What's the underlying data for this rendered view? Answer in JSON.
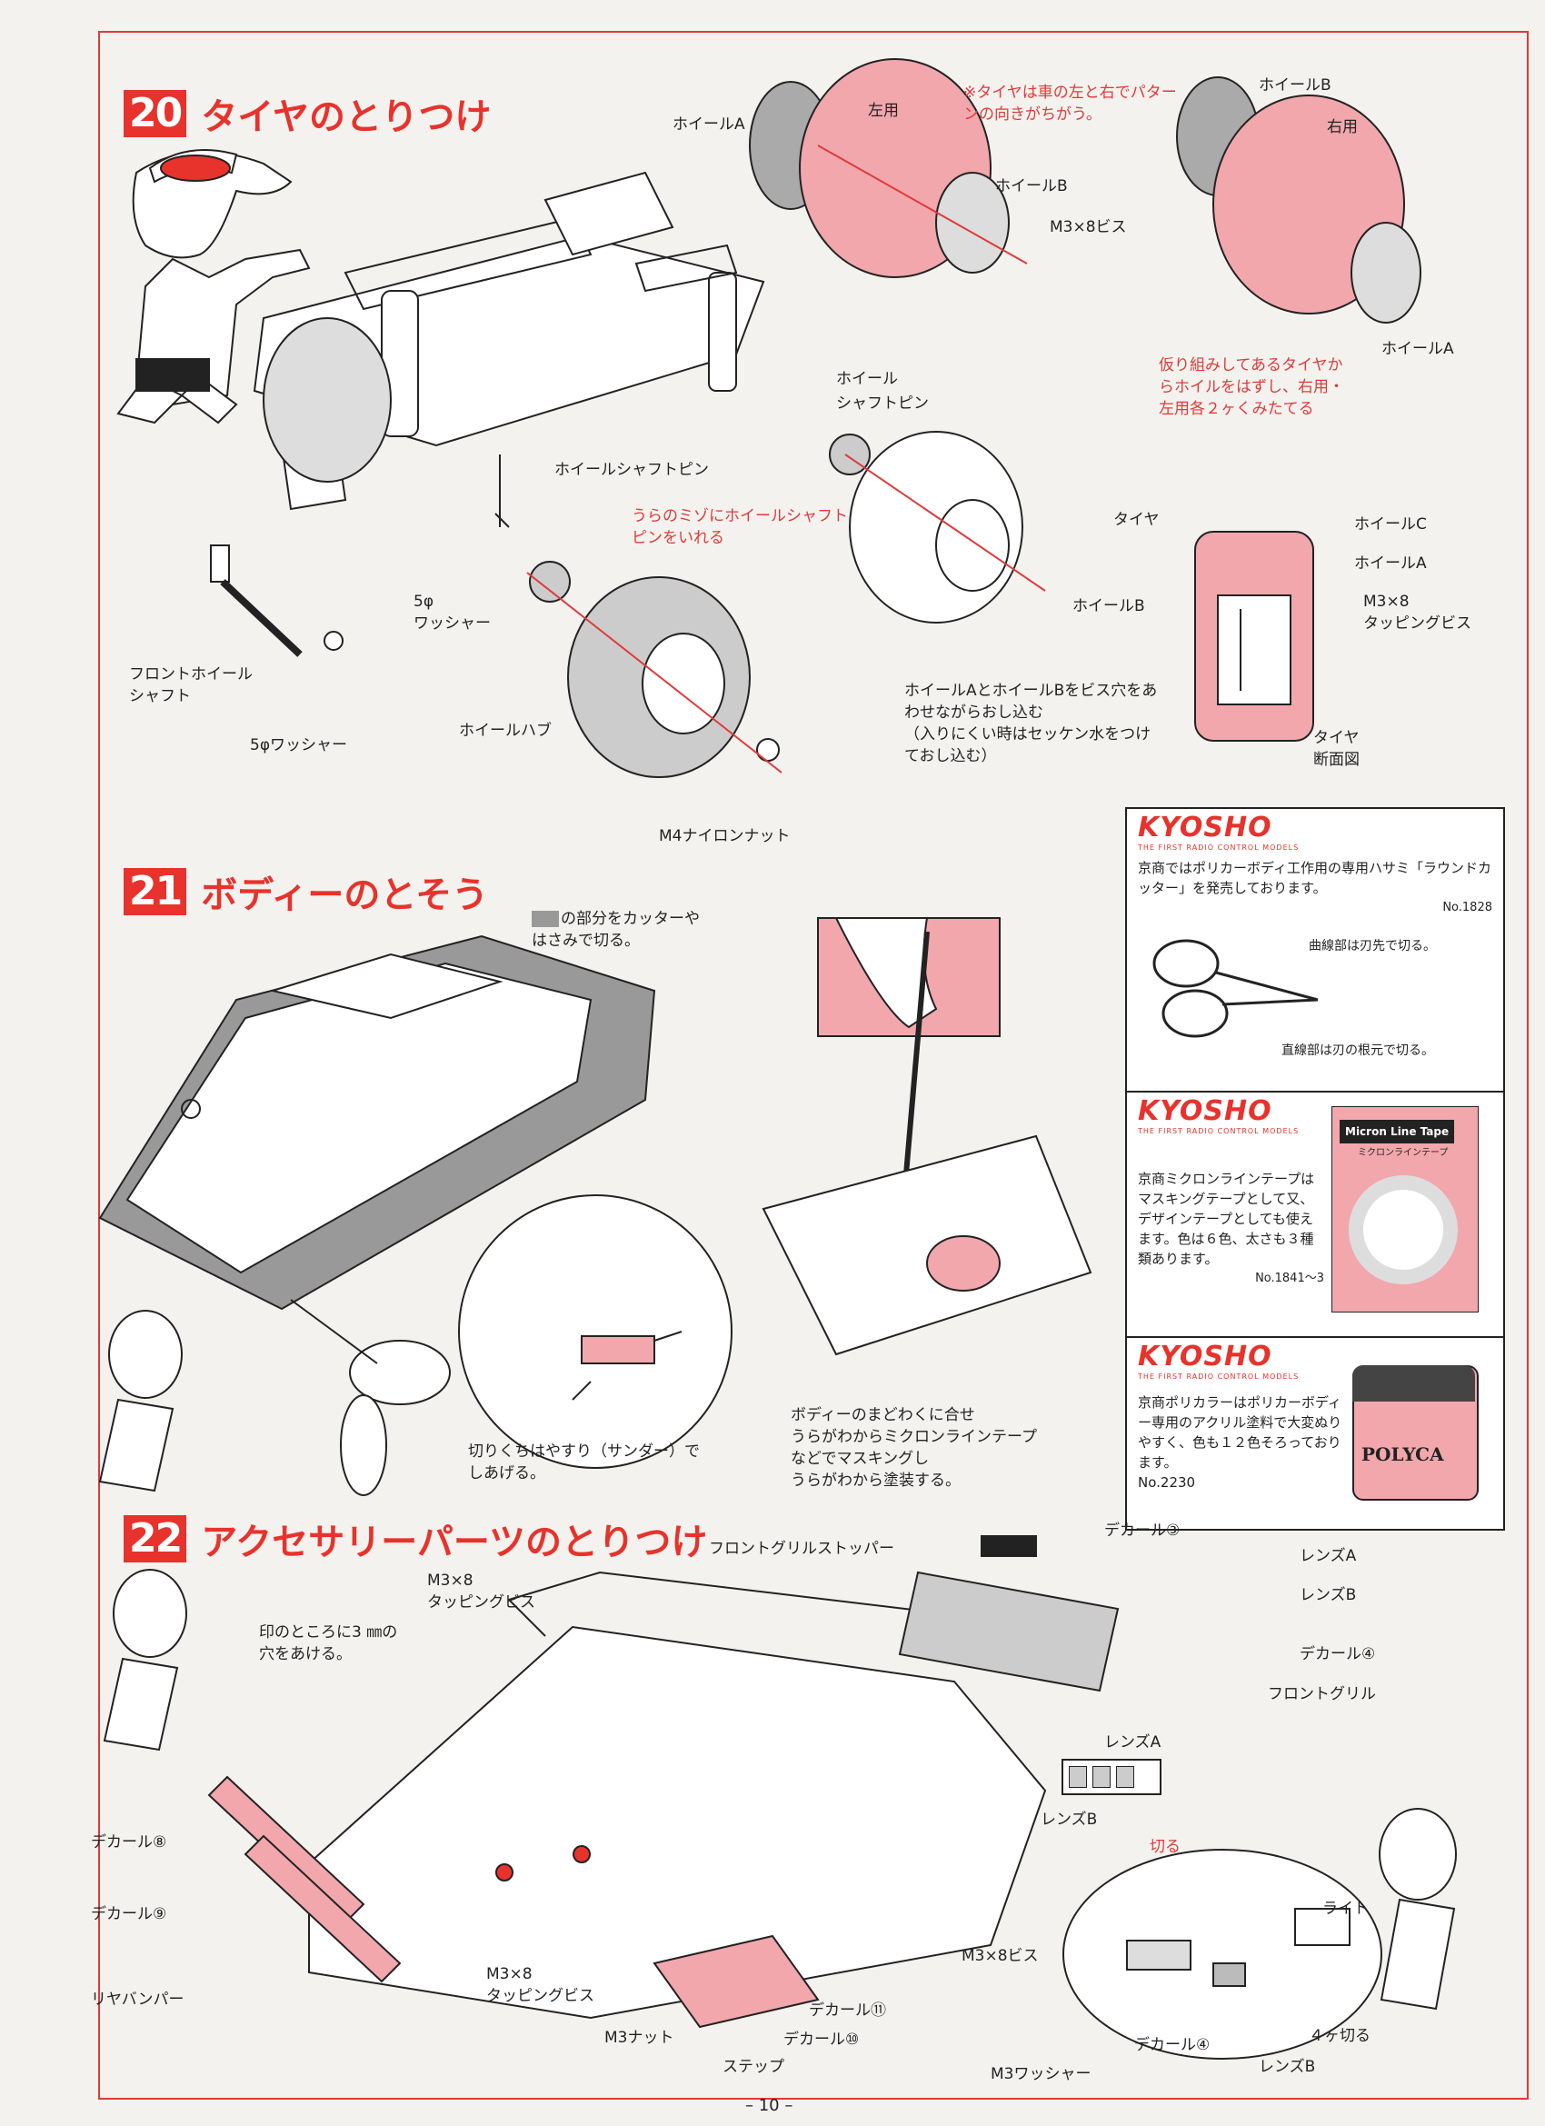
{
  "page_number": "– 10 –",
  "colors": {
    "accent": "#e8322c",
    "pink": "#f2a7ad",
    "line": "#222222"
  },
  "sections": [
    {
      "num": "20",
      "title": "タイヤのとりつけ"
    },
    {
      "num": "21",
      "title": "ボディーのとそう"
    },
    {
      "num": "22",
      "title": "アクセサリーパーツのとりつけ"
    }
  ],
  "s20": {
    "wheel_a": "ホイールA",
    "left_use": "左用",
    "note_pattern": "※タイヤは車の左と右でパターンの向きがちがう。",
    "wheel_b_top": "ホイールB",
    "right_use": "右用",
    "wheel_b_mid": "ホイールB",
    "m3x8_screw": "M3×8ビス",
    "wheel_a_right": "ホイールA",
    "shaft_pin_1": "ホイール",
    "shaft_pin_2": "シャフトピン",
    "note_assemble": "仮り組みしてあるタイヤからホイルをはずし、右用・左用各２ヶくみたてる",
    "wheel_shaft_pin": "ホイールシャフトピン",
    "note_groove": "うらのミゾにホイールシャフトピンをいれる",
    "washer_5": "5φ\nワッシャー",
    "front_wheel_shaft": "フロントホイール\nシャフト",
    "washer_5b": "5φワッシャー",
    "wheel_hub": "ホイールハブ",
    "m4_nut": "M4ナイロンナット",
    "note_insert": "ホイールAとホイールBをビス穴をあわせながらおし込む\n（入りにくい時はセッケン水をつけておし込む）",
    "tire": "タイヤ",
    "wheel_c": "ホイールC",
    "wheel_a_sec": "ホイールA",
    "wheel_b_sec": "ホイールB",
    "tapping_screw": "M3×8\nタッピングビス",
    "tire_section": "タイヤ\n断面図"
  },
  "s21": {
    "cut_note": "の部分をカッターや\nはさみで切る。",
    "file_note": "切りくちはやすり（サンダー）で\nしあげる。",
    "mask_note": "ボディーのまどわくに合せ\nうらがわからミクロンラインテープ\nなどでマスキングし\nうらがわから塗装する。"
  },
  "ads": [
    {
      "brand": "KYOSHO",
      "tagline": "THE FIRST RADIO CONTROL MODELS",
      "text": "京商ではポリカーボディ工作用の専用ハサミ「ラウンドカッター」を発売しております。",
      "code": "No.1828",
      "curve_note": "曲線部は刃先で切る。",
      "straight_note": "直線部は刃の根元で切る。"
    },
    {
      "brand": "KYOSHO",
      "tagline": "THE FIRST RADIO CONTROL MODELS",
      "product": "Micron Line Tape",
      "product_sub": "ミクロンラインテープ",
      "text": "京商ミクロンラインテープはマスキングテープとして又、デザインテープとしても使えます。色は６色、太さも３種類あります。",
      "code": "No.1841～3"
    },
    {
      "brand": "KYOSHO",
      "tagline": "THE FIRST RADIO CONTROL MODELS",
      "product": "POLYCA",
      "text": "京商ポリカラーはポリカーボディー専用のアクリル塗料で大変ぬりやすく、色も１２色そろっております。",
      "code": "No.2230"
    }
  ],
  "s22": {
    "front_grill_stopper": "フロントグリルストッパー",
    "decal_3": "デカール③",
    "lens_a": "レンズA",
    "lens_b": "レンズB",
    "decal_4": "デカール④",
    "front_grill": "フロントグリル",
    "m3x8_tapping": "M3×8\nタッピングビス",
    "hole_note": "印のところに3 ㎜の\n穴をあける。",
    "decal_8": "デカール⑧",
    "decal_9": "デカール⑨",
    "rear_bumper": "リヤバンパー",
    "m3x8_tapping_b": "M3×8\nタッピングビス",
    "m3_nut": "M3ナット",
    "decal_11": "デカール⑪",
    "decal_10": "デカール⑩",
    "step": "ステップ",
    "m3x8_screw": "M3×8ビス",
    "m3_washer": "M3ワッシャー",
    "lens_a_2": "レンズA",
    "lens_b_2": "レンズB",
    "cut": "切る",
    "light": "ライト",
    "cut4": "４ヶ切る",
    "decal_4b": "デカール④",
    "lens_b_3": "レンズB"
  }
}
